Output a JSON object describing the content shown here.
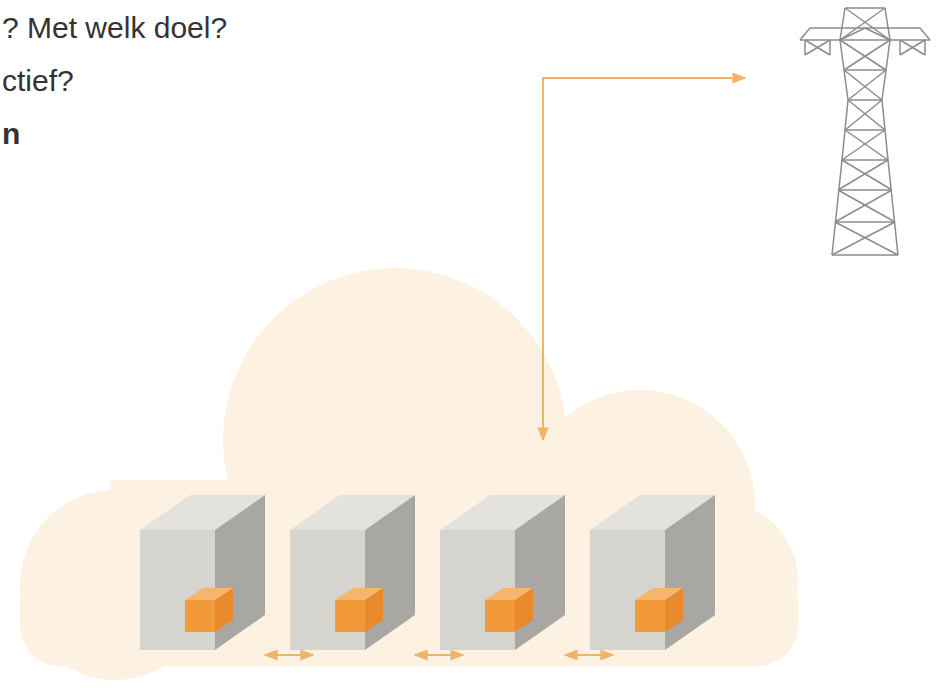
{
  "diagram": {
    "labels": [
      "? Met welk doel?",
      "ctief?",
      "n"
    ]
  }
}
